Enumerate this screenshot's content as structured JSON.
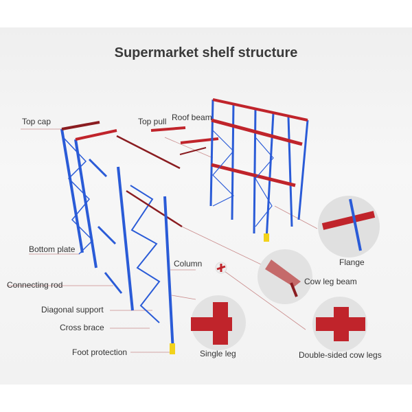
{
  "title": "Supermarket shelf structure",
  "labels": {
    "top_cap": "Top cap",
    "top_pull": "Top pull",
    "roof_beam": "Roof beam",
    "bottom_plate": "Bottom plate",
    "column": "Column",
    "connecting_rod": "Connecting rod",
    "diagonal_support": "Diagonal support",
    "cross_brace": "Cross brace",
    "foot_protection": "Foot protection",
    "single_leg": "Single leg",
    "flange": "Flange",
    "cow_leg_beam": "Cow leg beam",
    "double_sided_cow_legs": "Double-sided cow legs"
  },
  "colors": {
    "column": "#2a5bd7",
    "beam": "#c0242b",
    "foot": "#f2d21b",
    "leader": "#c98a8a"
  }
}
